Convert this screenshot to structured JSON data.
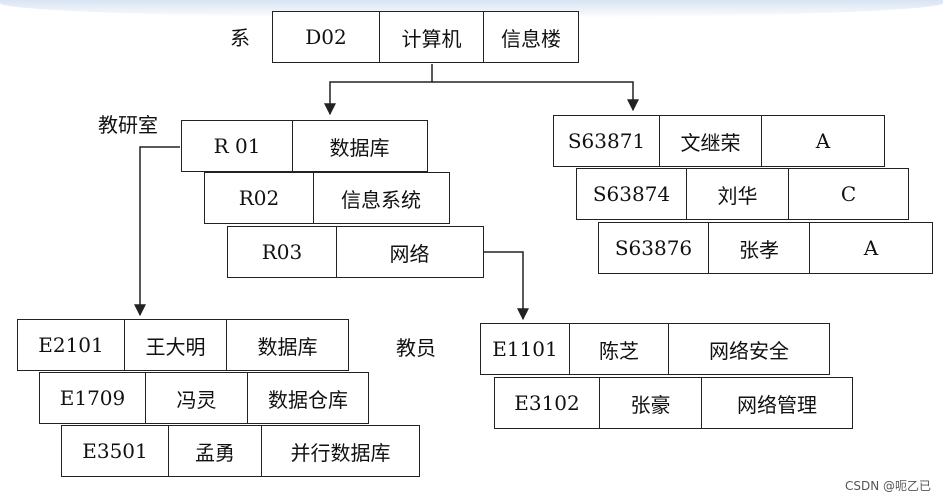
{
  "labels": {
    "department": "系",
    "office": "教研室",
    "teacher": "教员"
  },
  "department_record": [
    "D02",
    "计算机",
    "信息楼"
  ],
  "office_records": [
    [
      "R 01",
      "数据库"
    ],
    [
      "R02",
      "信息系统"
    ],
    [
      "R03",
      "网络"
    ]
  ],
  "student_records": [
    [
      "S63871",
      "文继荣",
      "A"
    ],
    [
      "S63874",
      "刘华",
      "C"
    ],
    [
      "S63876",
      "张孝",
      "A"
    ]
  ],
  "teacher_records_r01": [
    [
      "E2101",
      "王大明",
      "数据库"
    ],
    [
      "E1709",
      "冯灵",
      "数据仓库"
    ],
    [
      "E3501",
      "孟勇",
      "并行数据库"
    ]
  ],
  "teacher_records_r03": [
    [
      "E1101",
      "陈芝",
      "网络安全"
    ],
    [
      "E3102",
      "张豪",
      "网络管理"
    ]
  ],
  "watermark": "CSDN @呃乙已"
}
